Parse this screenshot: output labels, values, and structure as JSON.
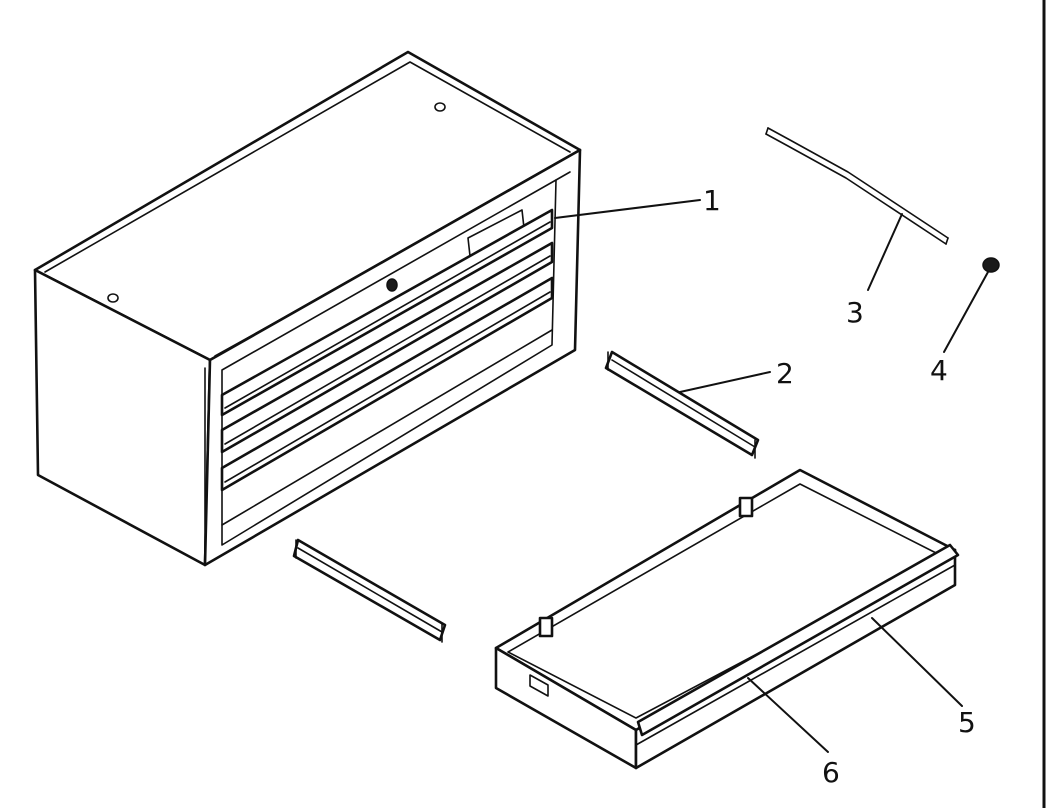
{
  "callouts": {
    "c1": "1",
    "c2": "2",
    "c3": "3",
    "c4": "4",
    "c5": "5",
    "c6": "6"
  },
  "colors": {
    "line": "#111111",
    "paper": "#ffffff"
  }
}
